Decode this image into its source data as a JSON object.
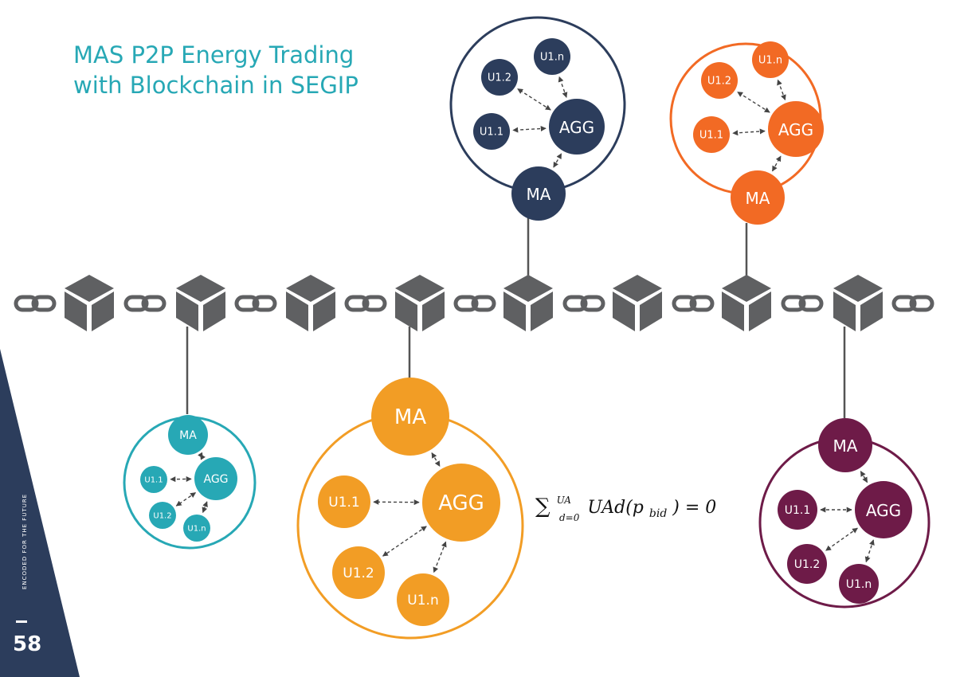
{
  "slide": {
    "title_line1": "MAS P2P Energy Trading",
    "title_line2": "with Blockchain in SEGIP",
    "page_number": "58",
    "footer_tagline": "ENCODED FOR THE FUTURE"
  },
  "colors": {
    "title": "#27a8b5",
    "chain": "#5f6062",
    "sidebar": "#2c3d5c",
    "clusters": [
      "#2c3d5c",
      "#f26a24",
      "#27a8b5",
      "#f29d25",
      "#6e1b48"
    ]
  },
  "icons": [
    "chain-link-icon",
    "block-cube-icon"
  ],
  "clusters": [
    {
      "id": "navy",
      "color": "#2c3d5c",
      "ma": "MA",
      "agg": "AGG",
      "u11": "U1.1",
      "u12": "U1.2",
      "u1n": "U1.n"
    },
    {
      "id": "orange-red",
      "color": "#f26a24",
      "ma": "MA",
      "agg": "AGG",
      "u11": "U1.1",
      "u12": "U1.2",
      "u1n": "U1.n"
    },
    {
      "id": "teal",
      "color": "#27a8b5",
      "ma": "MA",
      "agg": "AGG",
      "u11": "U1.1",
      "u12": "U1.2",
      "u1n": "U1.n"
    },
    {
      "id": "amber",
      "color": "#f29d25",
      "ma": "MA",
      "agg": "AGG",
      "u11": "U1.1",
      "u12": "U1.2",
      "u1n": "U1.n"
    },
    {
      "id": "plum",
      "color": "#6e1b48",
      "ma": "MA",
      "agg": "AGG",
      "u11": "U1.1",
      "u12": "U1.2",
      "u1n": "U1.n"
    }
  ],
  "equation": {
    "sum": "∑",
    "sup": "UA",
    "sub": "d=0",
    "body": "UAd(p",
    "p_sub": "bid",
    "tail": ") = 0"
  }
}
